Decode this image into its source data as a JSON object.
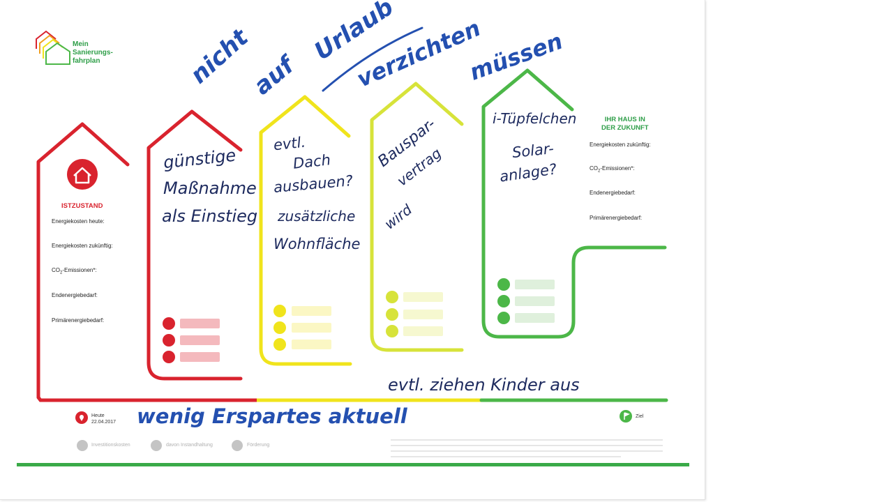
{
  "logo": {
    "line1": "Mein",
    "line2": "Sanierungs-",
    "line3": "fahrplan"
  },
  "headline": {
    "word1": "nicht",
    "word2": "auf",
    "word3": "Urlaub",
    "word4": "verzichten",
    "word5": "müssen"
  },
  "istzustand": {
    "heading": "ISTZUSTAND",
    "labels": [
      "Energiekosten heute:",
      "Energiekosten zukünftig:",
      "CO",
      "2",
      "-Emissionen*:",
      "Endenergiebedarf:",
      "Primärenergiebedarf:"
    ]
  },
  "step1": [
    "günstige",
    "Maßnahme",
    "als Einstieg"
  ],
  "step2": [
    "evtl.",
    "Dach",
    "ausbauen?",
    "zusätzliche",
    "Wohnfläche"
  ],
  "step3": [
    "Bauspar-",
    "vertrag",
    "wird"
  ],
  "step4": [
    "i-Tüpfelchen",
    "Solar-",
    "anlage?"
  ],
  "zukunft": {
    "heading1": "IHR HAUS IN",
    "heading2": "DER ZUKUNFT",
    "labels": [
      "Energiekosten zukünftig:",
      "CO",
      "2",
      "-Emissionen*:",
      "Endenergiebedarf:",
      "Primärenergiebedarf:"
    ]
  },
  "note_children": "evtl. ziehen Kinder aus",
  "note_savings": "wenig Erspartes aktuell",
  "today": {
    "label": "Heute",
    "date": "22.04.2017"
  },
  "goal": {
    "label": "Ziel"
  },
  "legend": [
    "Investitionskosten",
    "davon Instandhaltung",
    "Förderung"
  ],
  "colors": {
    "red": "#d9232e",
    "yellow": "#f0e41c",
    "lime": "#d7e33a",
    "green": "#4cb748",
    "ink": "#1d2a5e",
    "blue_ink": "#2450b0"
  }
}
